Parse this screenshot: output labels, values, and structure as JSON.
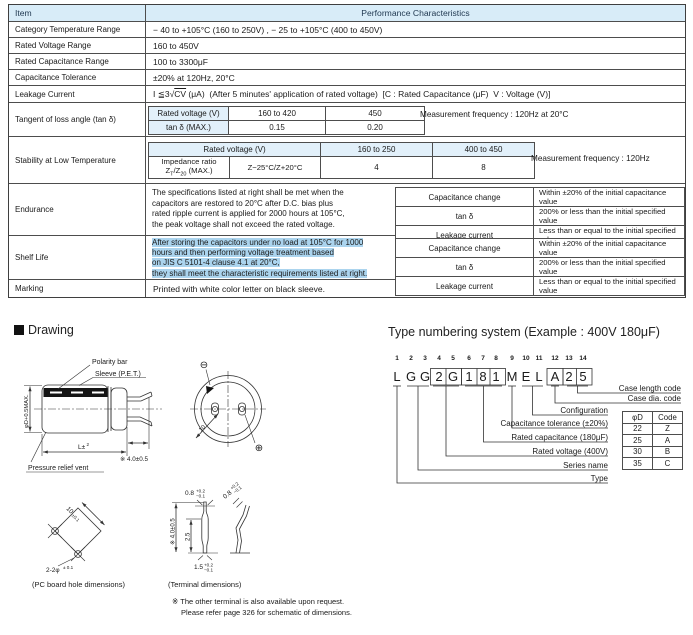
{
  "table": {
    "header": {
      "item": "Item",
      "performance": "Performance Characteristics"
    },
    "simple_rows": [
      {
        "label": "Category Temperature Range",
        "value": "− 40 to +105°C (160 to 250V) , − 25 to +105°C (400 to 450V)"
      },
      {
        "label": "Rated Voltage Range",
        "value": "160 to 450V"
      },
      {
        "label": "Rated Capacitance Range",
        "value": "100 to 3300μF"
      },
      {
        "label": "Capacitance Tolerance",
        "value": "±20% at 120Hz,  20°C"
      }
    ],
    "leakage": {
      "label": "Leakage Current",
      "pre": "I ≦3",
      "radical": "√",
      "radicand": "CV",
      "post": " (μA)  (After 5 minutes' application of rated voltage)  [C : Rated Capacitance (μF)  V : Voltage (V)]"
    },
    "tangent": {
      "label": "Tangent of loss angle (tan δ)",
      "head": "Rated voltage (V)",
      "c1": "160 to 420",
      "c2": "450",
      "row2_label": "tan δ (MAX.)",
      "v1": "0.15",
      "v2": "0.20",
      "note": "Measurement frequency : 120Hz at 20°C"
    },
    "stability": {
      "label": "Stability at Low Temperature",
      "head": "Rated voltage (V)",
      "c1": "160 to 250",
      "c2": "400 to 450",
      "imp_line1": "Impedance ratio",
      "imp_pre": "Z",
      "imp_sub1": "T",
      "imp_mid": "/Z",
      "imp_sub2": "20",
      "imp_post": " (MAX.)",
      "formula": "Z−25°C/Z+20°C",
      "v1": "4",
      "v2": "8",
      "note": "Measurement frequency : 120Hz"
    },
    "endurance": {
      "label": "Endurance",
      "lines": [
        "The specifications listed at right shall be met when the",
        "capacitors are restored to 20°C after D.C. bias plus",
        "rated ripple current is applied for 2000 hours at 105°C,",
        "the peak voltage shall not exceed the rated voltage."
      ],
      "criteria": [
        [
          "Capacitance change",
          "Within ±20% of the initial capacitance value"
        ],
        [
          "tan δ",
          "200% or less than the initial specified value"
        ],
        [
          "Leakage current",
          "Less than or equal to the initial specified value"
        ]
      ]
    },
    "shelf": {
      "label": "Shelf Life",
      "lines": [
        "After storing the capacitors under no load at 105°C for 1000",
        "hours and then performing voltage treatment based",
        "on JIS C 5101-4 clause 4.1 at 20°C,",
        "they shall meet the characteristic requirements listed at right."
      ],
      "criteria": [
        [
          "Capacitance change",
          "Within ±20% of the initial capacitance value"
        ],
        [
          "tan δ",
          "200% or less than the initial specified value"
        ],
        [
          "Leakage current",
          "Less than or equal to the initial specified value"
        ]
      ]
    },
    "marking": {
      "label": "Marking",
      "value": "Printed with white color letter on black sleeve."
    }
  },
  "drawing": {
    "heading": "Drawing",
    "labels": {
      "polarity_bar": "Polarity bar",
      "sleeve": "Sleeve (P.E.T.)",
      "dia_label": "φD+0.5MAX.",
      "length_pre": "L±",
      "length_sup": "2",
      "lead_space": "※ 4.0±0.5",
      "vent": "Pressure relief vent",
      "polarity_minus": "⊖",
      "polarity_plus": "⊕",
      "pitch": "10",
      "edge_dim_main": "10",
      "edge_dim_sup": "±0.1",
      "hole_main": "2-2φ",
      "hole_sup": "± 0.1",
      "pcb_caption": "(PC board hole dimensions)",
      "term_caption": "(Terminal dimensions)",
      "dim08": "0.8",
      "tol_top": "+0.2",
      "tol_bot": "−0.1",
      "dim40": "※ 4.0±0.5",
      "dim25": "2.5",
      "dim15": "1.5",
      "note1": "※ The other terminal is also available upon request.",
      "note2": "Please refer page 326 for schematic of dimensions."
    }
  },
  "numbering": {
    "title": "Type numbering system (Example : 400V 180μF)",
    "positions": [
      "1",
      "2",
      "3",
      "4",
      "5",
      "6",
      "7",
      "8",
      "9",
      "10",
      "11",
      "12",
      "13",
      "14"
    ],
    "chars": [
      "L",
      "G",
      "G",
      "2",
      "G",
      "1",
      "8",
      "1",
      "M",
      "E",
      "L",
      "A",
      "2",
      "5"
    ],
    "labels": [
      "Case length code",
      "Case dia. code",
      "Configuration",
      "Capacitance tolerance (±20%)",
      "Rated capacitance (180μF)",
      "Rated voltage (400V)",
      "Series name",
      "Type"
    ],
    "code_table": {
      "headers": [
        "φD",
        "Code"
      ],
      "rows": [
        [
          "22",
          "Z"
        ],
        [
          "25",
          "A"
        ],
        [
          "30",
          "B"
        ],
        [
          "35",
          "C"
        ]
      ]
    }
  }
}
